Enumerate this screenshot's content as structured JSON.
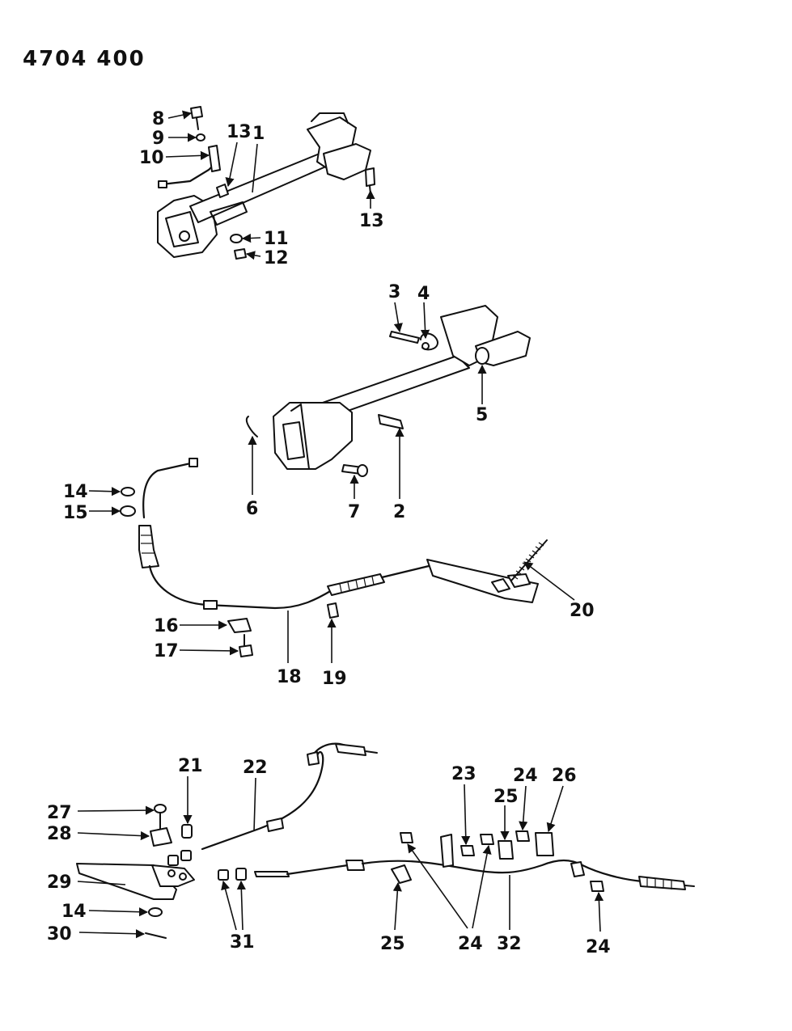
{
  "header": {
    "code": "4704   400"
  },
  "callouts": {
    "c1": "1",
    "c2": "2",
    "c3": "3",
    "c4": "4",
    "c5": "5",
    "c6": "6",
    "c7": "7",
    "c8": "8",
    "c9": "9",
    "c10": "10",
    "c11": "11",
    "c12": "12",
    "c13a": "13",
    "c13b": "13",
    "c14a": "14",
    "c14b": "14",
    "c15": "15",
    "c16": "16",
    "c17": "17",
    "c18": "18",
    "c19": "19",
    "c20": "20",
    "c21": "21",
    "c22": "22",
    "c23": "23",
    "c24a": "24",
    "c24b": "24",
    "c24c": "24",
    "c25a": "25",
    "c25b": "25",
    "c26": "26",
    "c27": "27",
    "c28": "28",
    "c29": "29",
    "c30": "30",
    "c31": "31",
    "c32": "32"
  }
}
